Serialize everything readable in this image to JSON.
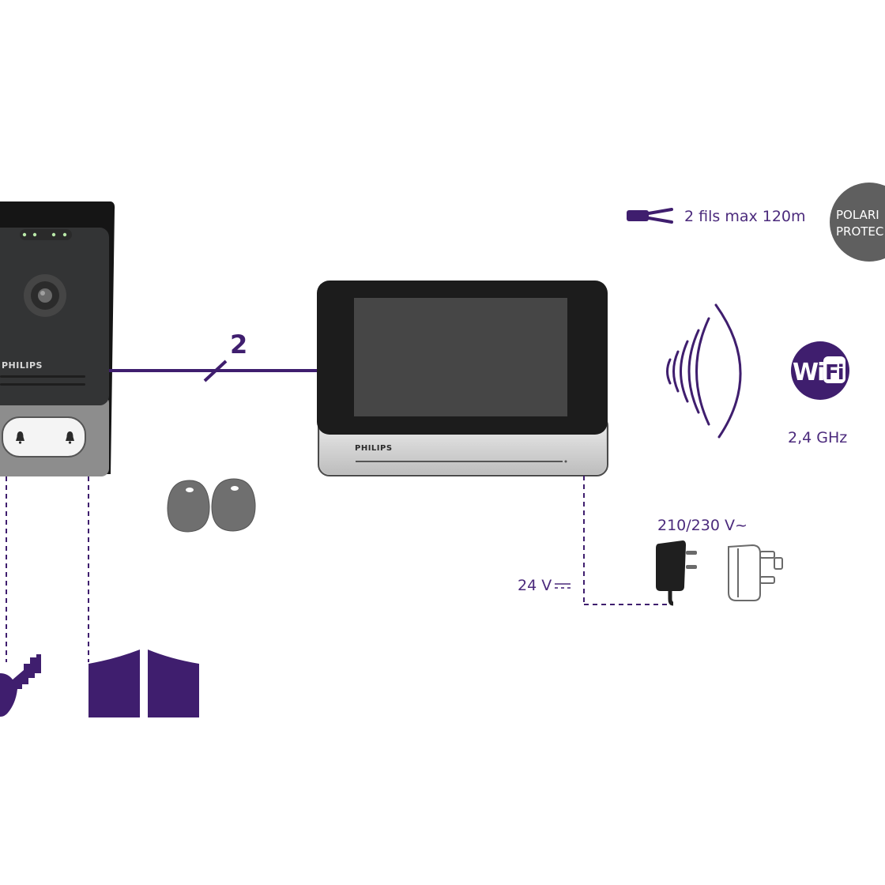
{
  "colors": {
    "purple": "#3f1e6e",
    "purple_text": "#4b2a7c",
    "dark_device": "#2b2b2b",
    "grey_panel": "#8d8d8d",
    "badge_grey": "#5f5f5f",
    "tag_grey": "#6a6a6a"
  },
  "door_panel": {
    "brand": "PHILIPS",
    "icons": [
      "camera-icon",
      "bell-icon",
      "bell-icon"
    ]
  },
  "connection": {
    "wire_count": "2"
  },
  "legend": {
    "cable_text": "2 fils max 120m"
  },
  "badge": {
    "line1": "POLARI",
    "line2": "PROTEC"
  },
  "monitor": {
    "brand": "PHILIPS"
  },
  "wifi": {
    "logo_left": "Wi",
    "logo_right": "Fi",
    "frequency": "2,4 GHz"
  },
  "power": {
    "mains_label": "210/230 V~",
    "dc_label": "24 V"
  },
  "accessories": {
    "icons": [
      "rfid-tag-icon",
      "rfid-tag-icon",
      "door-lock-icon",
      "gate-icon",
      "power-adapter-eu-icon",
      "power-adapter-uk-icon"
    ]
  }
}
